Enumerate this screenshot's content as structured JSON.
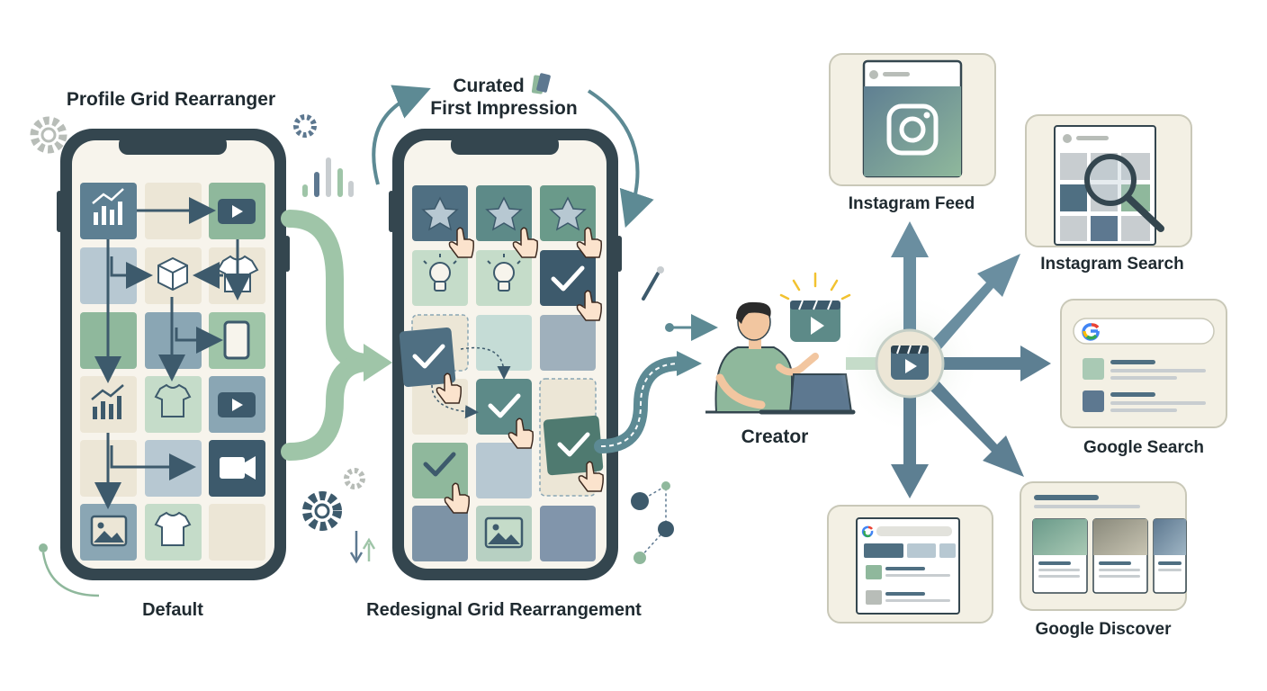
{
  "titles": {
    "profile_grid_rearranger": "Profile Grid Rearranger",
    "curated_line1": "Curated",
    "curated_line2": "First Impression",
    "default": "Default",
    "redesign": "Redesignal Grid Rearrangement",
    "creator": "Creator"
  },
  "destinations": {
    "instagram_feed": "Instagram Feed",
    "instagram_search": "Instagram Search",
    "google_search": "Google Search",
    "google_discover": "Google Discover"
  },
  "colors": {
    "slate": "#3d5a6c",
    "slate_light": "#8aa6b4",
    "slate_pale": "#b7c8d2",
    "sage": "#8fb89c",
    "sage_light": "#c5dcc9",
    "cream": "#ece6d6",
    "phone_frame": "#34464f",
    "screen": "#f7f4ec",
    "teal_arrow": "#5d8a94",
    "green_arrow": "#9fc5a8",
    "accent_yellow": "#f2c230",
    "skin": "#f2c6a0"
  },
  "icons": {
    "default_grid": [
      "chart-icon",
      "video-icon",
      "box-icon",
      "shirt-icon",
      "phone-icon",
      "chart-icon",
      "shirt-icon",
      "video-icon",
      "camera-icon",
      "image-icon",
      "shirt-icon"
    ],
    "redesign_grid": [
      "star-icon",
      "lightbulb-icon",
      "checkmark-icon",
      "image-icon"
    ],
    "cursor": "hand-cursor-icon"
  }
}
